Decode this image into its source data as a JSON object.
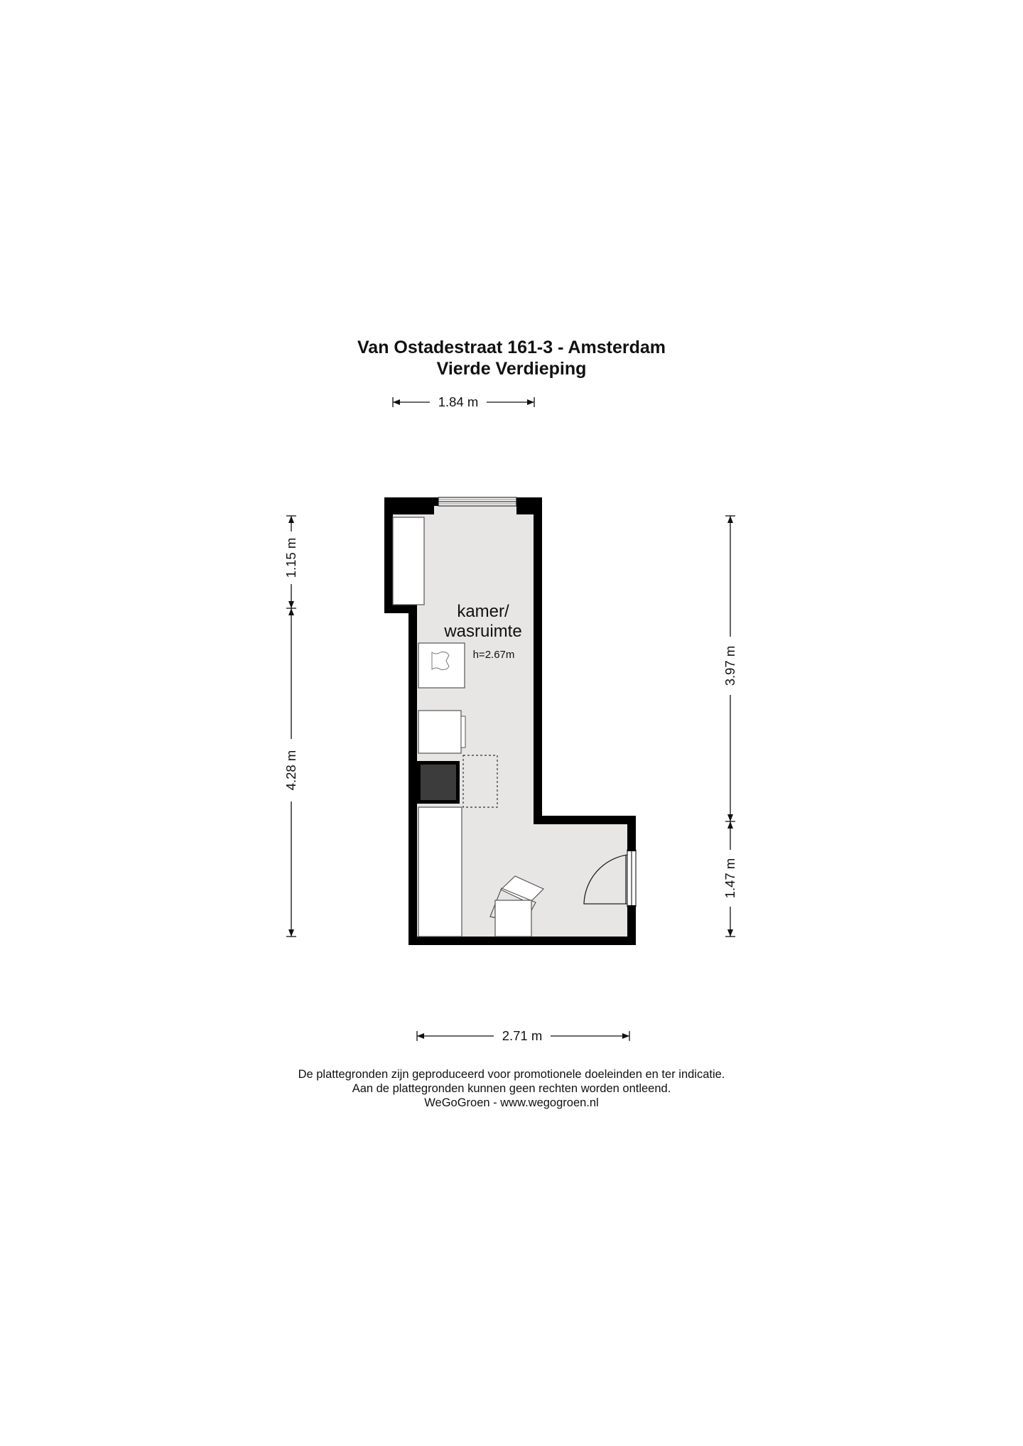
{
  "header": {
    "address": "Van Ostadestraat 161-3 - Amsterdam",
    "floor": "Vierde Verdieping"
  },
  "dimensions": {
    "top_width": "1.84 m",
    "bottom_width": "2.71 m",
    "left_upper": "1.15 m",
    "left_lower": "4.28 m",
    "right_upper": "3.97 m",
    "right_lower": "1.47 m"
  },
  "room": {
    "name_line1": "kamer/",
    "name_line2": "wasruimte",
    "height": "h=2.67m"
  },
  "footer": {
    "line1": "De plattegronden zijn geproduceerd voor promotionele doeleinden en ter indicatie.",
    "line2": "Aan de plattegronden kunnen geen rechten worden ontleend.",
    "line3": "WeGoGroen -  www.wegogroen.nl"
  },
  "colors": {
    "wall": "#000000",
    "floor": "#e8e5e5",
    "furniture": "#ffffff",
    "dark_block": "#3c3c3c"
  }
}
